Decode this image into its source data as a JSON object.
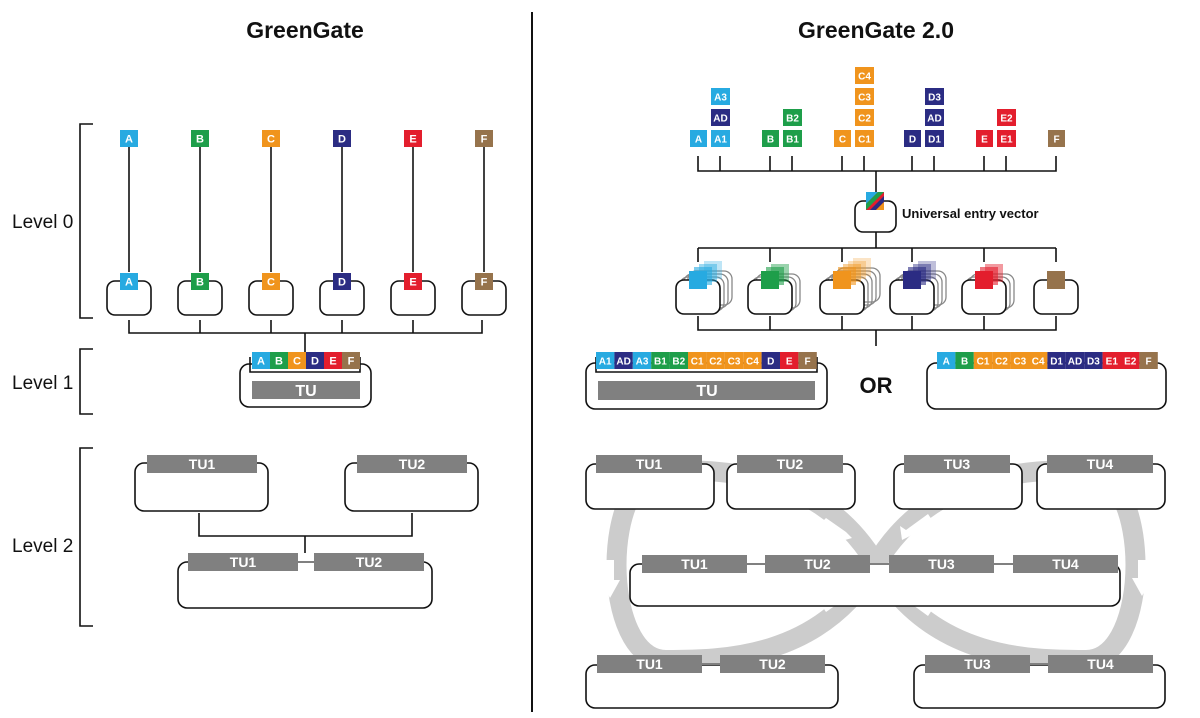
{
  "titles": {
    "left": "GreenGate",
    "right": "GreenGate 2.0"
  },
  "levels": [
    "Level 0",
    "Level 1",
    "Level 2"
  ],
  "colors": {
    "A": "#27AAE1",
    "B": "#1E9E4A",
    "C": "#F0941D",
    "D": "#2B2C83",
    "E": "#E31E2D",
    "F": "#96734C",
    "tu": "#808080",
    "loop": "#CCCCCC"
  },
  "left": {
    "modules": [
      "A",
      "B",
      "C",
      "D",
      "E",
      "F"
    ],
    "level1_tu": "TU",
    "level2_tu1": "TU1",
    "level2_tu2": "TU2",
    "combined_tu1": "TU1",
    "combined_tu2": "TU2"
  },
  "right": {
    "stacks": [
      {
        "base": "A",
        "extras": [
          "A1",
          "AD",
          "A3"
        ]
      },
      {
        "base": "B",
        "extras": [
          "B1",
          "B2"
        ]
      },
      {
        "base": "C",
        "extras": [
          "C1",
          "C2",
          "C3",
          "C4"
        ]
      },
      {
        "base": "D",
        "extras": [
          "D1",
          "AD",
          "D3"
        ]
      },
      {
        "base": "E",
        "extras": [
          "E1",
          "E2"
        ]
      },
      {
        "base": "F",
        "extras": []
      }
    ],
    "universal_entry_vector": "Universal entry vector",
    "assembly_a": [
      "A1",
      "AD",
      "A3",
      "B1",
      "B2",
      "C1",
      "C2",
      "C3",
      "C4",
      "D",
      "E",
      "F"
    ],
    "assembly_a_tu": "TU",
    "or_label": "OR",
    "assembly_b": [
      "A",
      "B",
      "C1",
      "C2",
      "C3",
      "C4",
      "D1",
      "AD",
      "D3",
      "E1",
      "E2",
      "F"
    ],
    "level2_tus": [
      "TU1",
      "TU2",
      "TU3",
      "TU4"
    ],
    "middle_tus": [
      "TU1",
      "TU2",
      "TU3",
      "TU4"
    ],
    "bottom_tus": [
      "TU1",
      "TU2",
      "TU3",
      "TU4"
    ]
  }
}
